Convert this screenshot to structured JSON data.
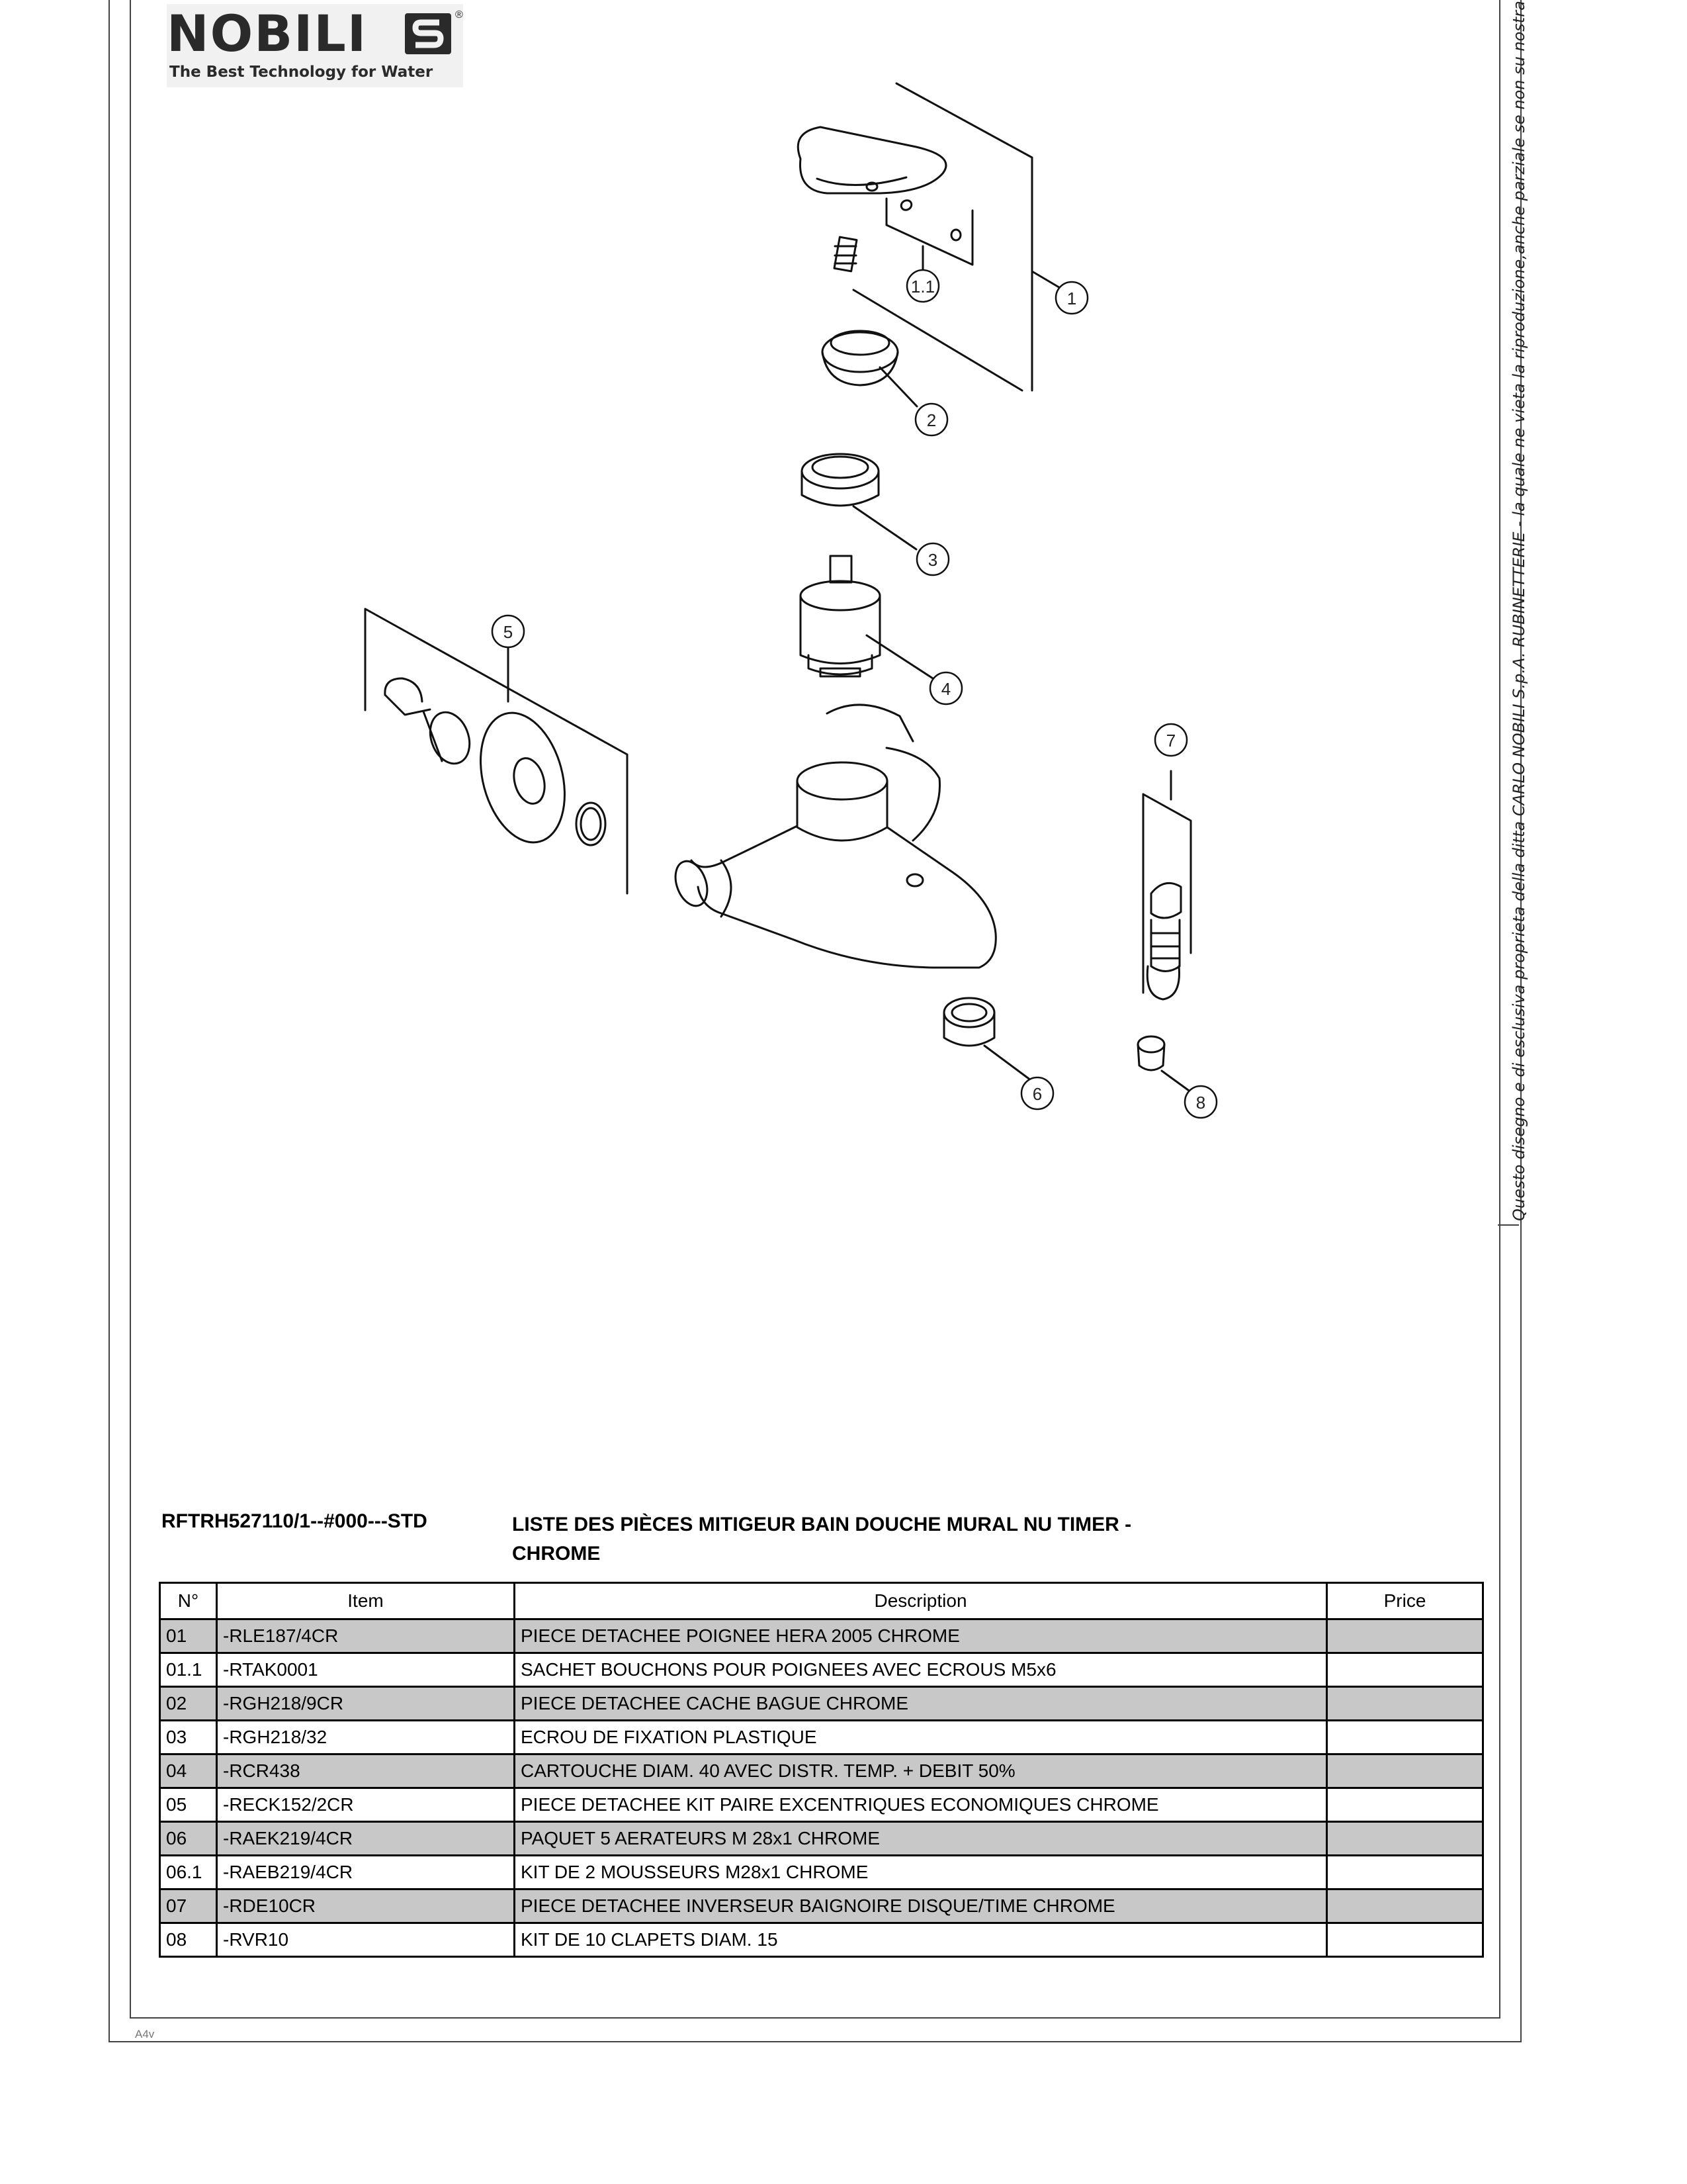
{
  "header": {
    "brand": "NOBILI",
    "tagline": "The Best Technology for Water",
    "registered": "®"
  },
  "drawing": {
    "callouts": [
      "1",
      "1.1",
      "2",
      "3",
      "4",
      "5",
      "6",
      "7",
      "8"
    ]
  },
  "parts_list": {
    "code": "RFTRH527110/1--#000---STD",
    "title": "LISTE DES PIÈCES MITIGEUR BAIN DOUCHE MURAL NU TIMER - CHROME",
    "columns": [
      "N°",
      "Item",
      "Description",
      "Price"
    ],
    "rows": [
      {
        "n": "01",
        "item": "-RLE187/4CR",
        "description": "PIECE DETACHEE POIGNEE HERA 2005 CHROME",
        "price": "",
        "shaded": true
      },
      {
        "n": "01.1",
        "item": "-RTAK0001",
        "description": "SACHET BOUCHONS POUR POIGNEES AVEC ECROUS M5x6",
        "price": "",
        "shaded": false
      },
      {
        "n": "02",
        "item": "-RGH218/9CR",
        "description": "PIECE DETACHEE CACHE BAGUE CHROME",
        "price": "",
        "shaded": true
      },
      {
        "n": "03",
        "item": "-RGH218/32",
        "description": "ECROU DE FIXATION PLASTIQUE",
        "price": "",
        "shaded": false
      },
      {
        "n": "04",
        "item": "-RCR438",
        "description": "CARTOUCHE DIAM. 40 AVEC DISTR. TEMP. + DEBIT 50%",
        "price": "",
        "shaded": true
      },
      {
        "n": "05",
        "item": "-RECK152/2CR",
        "description": "PIECE DETACHEE KIT PAIRE EXCENTRIQUES ECONOMIQUES CHROME",
        "price": "",
        "shaded": false
      },
      {
        "n": "06",
        "item": "-RAEK219/4CR",
        "description": "PAQUET  5 AERATEURS M 28x1 CHROME",
        "price": "",
        "shaded": true
      },
      {
        "n": "06.1",
        "item": "-RAEB219/4CR",
        "description": "KIT DE 2 MOUSSEURS M28x1 CHROME",
        "price": "",
        "shaded": false
      },
      {
        "n": "07",
        "item": "-RDE10CR",
        "description": "PIECE DETACHEE INVERSEUR BAIGNOIRE DISQUE/TIME CHROME",
        "price": "",
        "shaded": true
      },
      {
        "n": "08",
        "item": "-RVR10",
        "description": "KIT DE 10 CLAPETS DIAM. 15",
        "price": "",
        "shaded": false
      }
    ]
  },
  "side_note": "Questo disegno e di esclusiva proprieta della ditta CARLO NOBILI S.p.A. RUBINETTERIE - la quale ne vieta la riproduzione,anche parziale se non su nostra autorizzazione scritta",
  "footer": {
    "sheet_code": "A4v"
  },
  "colors": {
    "shade": "#c8c8c8",
    "logo_bg": "#f1f1f1",
    "ink": "#2a2a2a"
  }
}
